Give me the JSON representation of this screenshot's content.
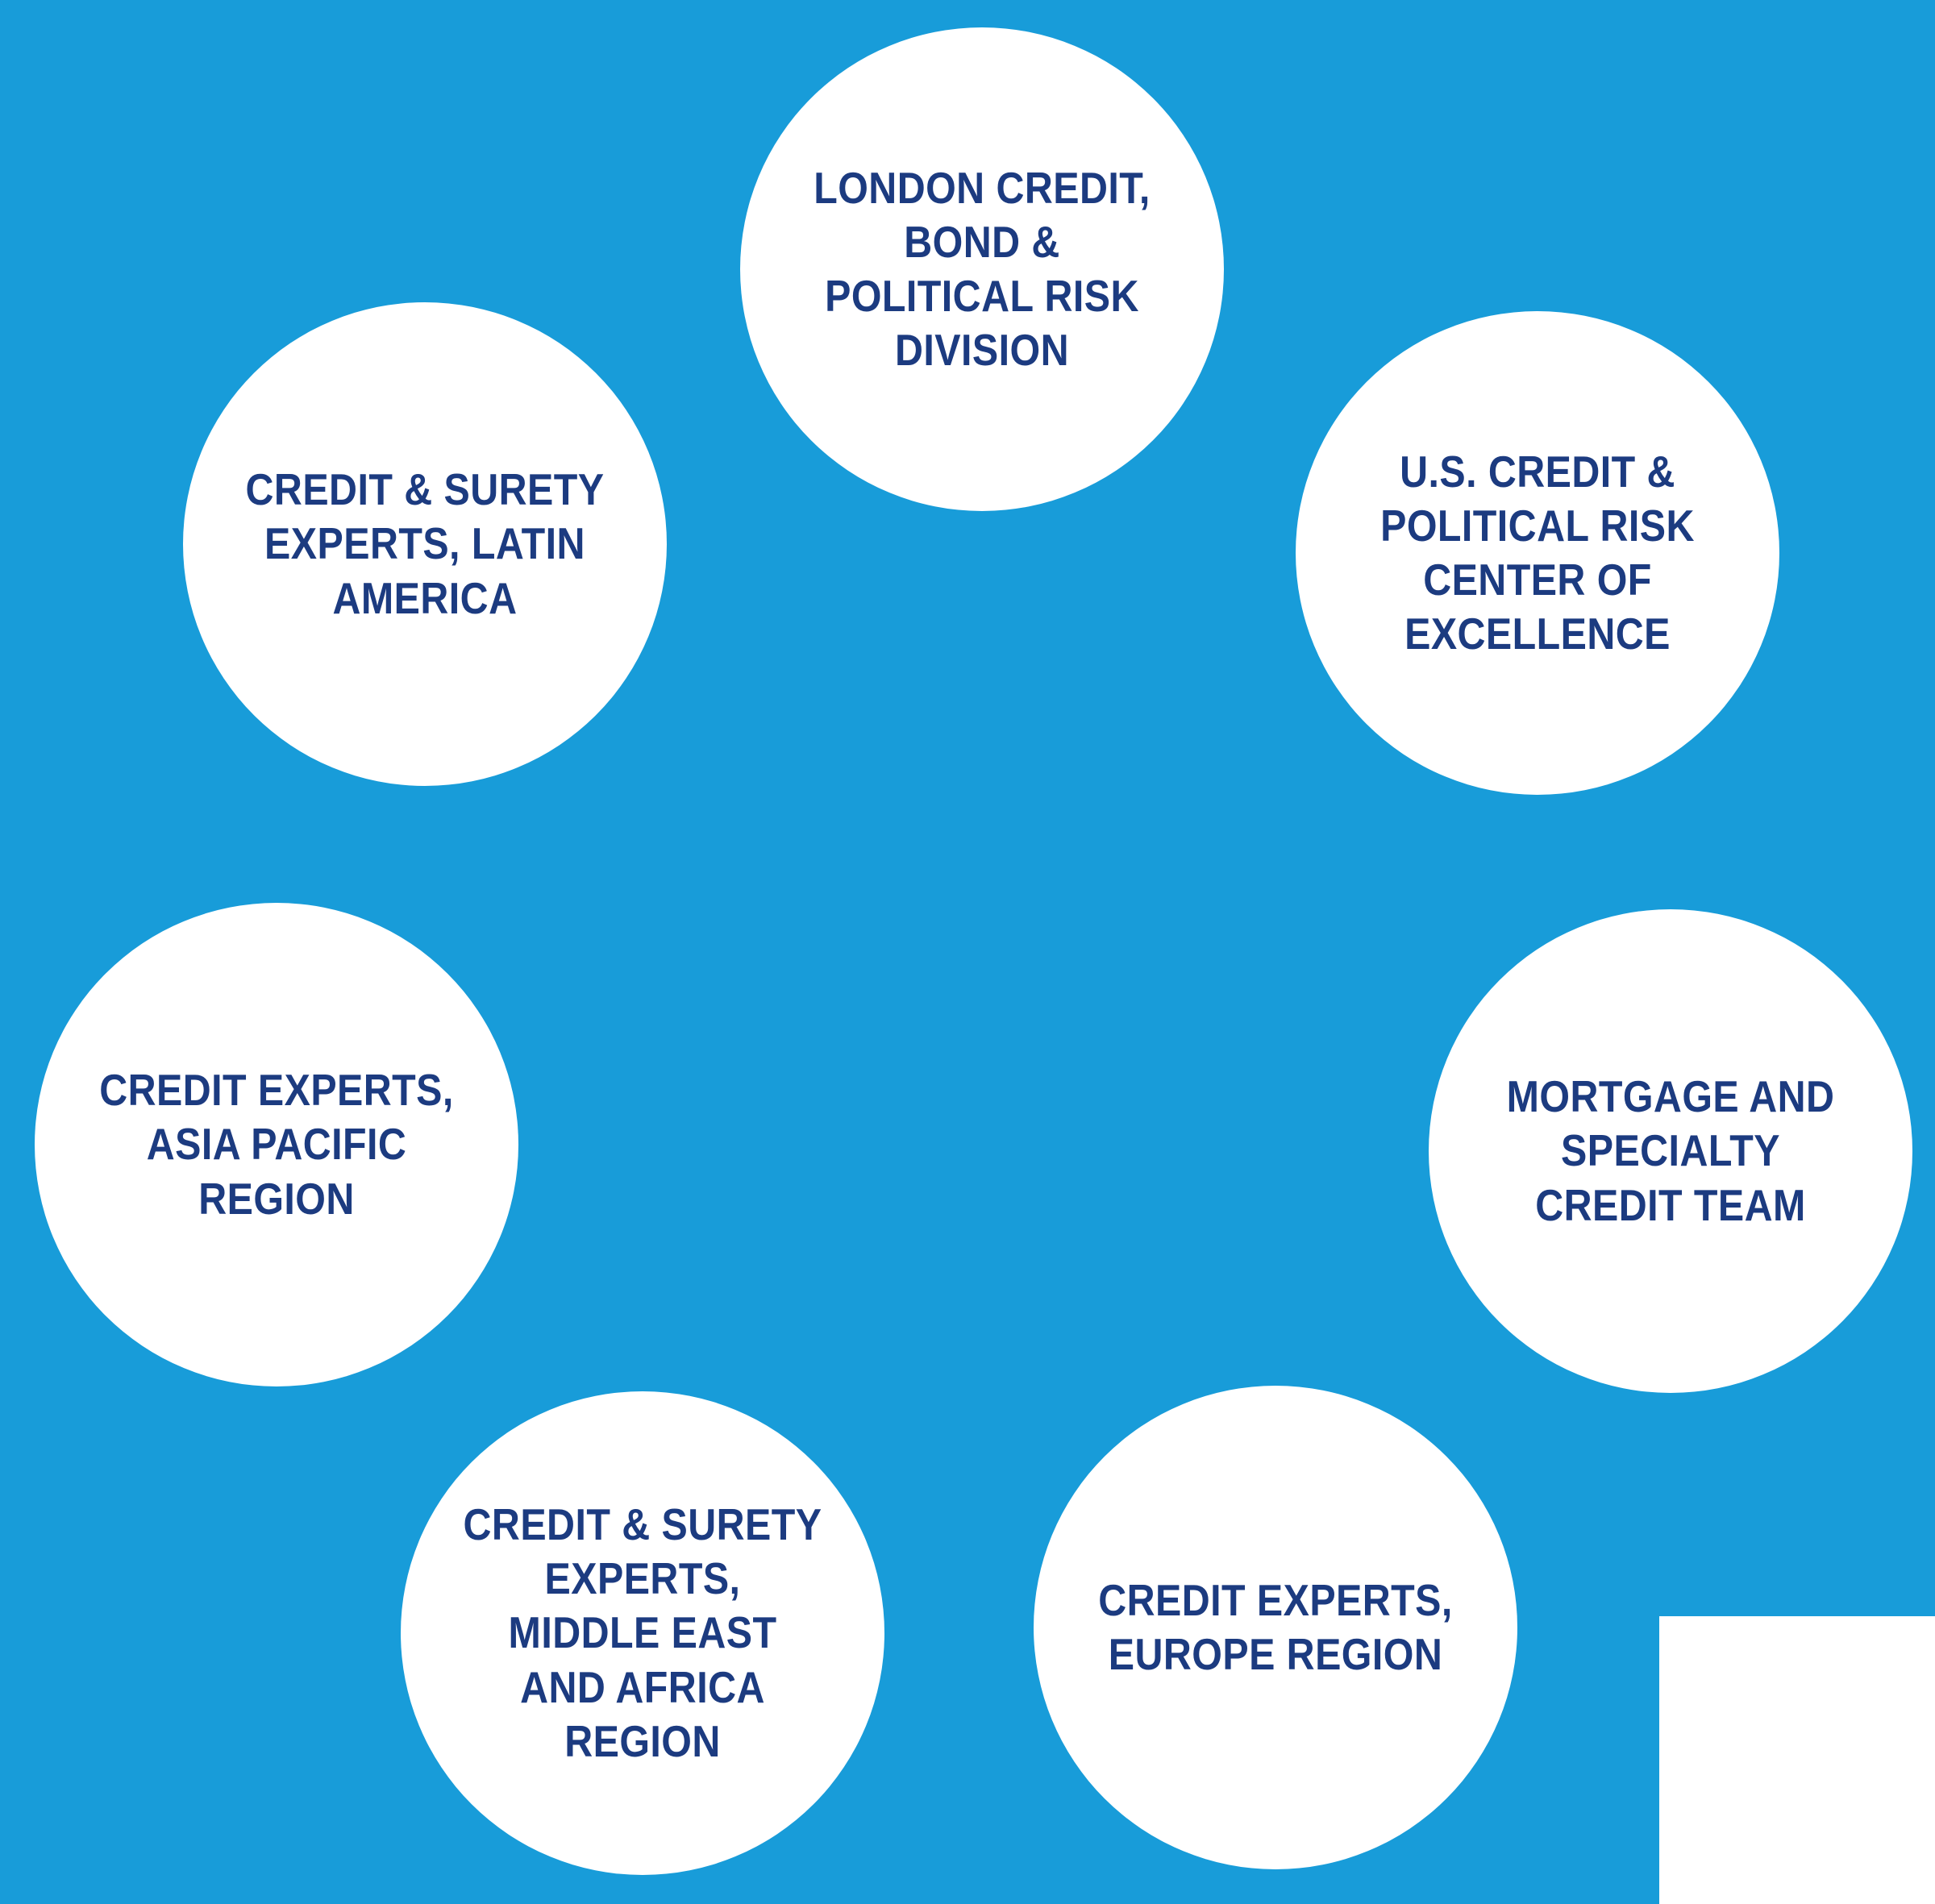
{
  "colors": {
    "background": "#189CD9",
    "circle_fill": "#FFFFFF",
    "text": "#1C3B80"
  },
  "diagram": {
    "type": "circle-ring-infographic",
    "circle_count": 7
  },
  "circles": [
    {
      "id": "london-division",
      "label": "LONDON CREDIT,\nBOND &\nPOLITICAL RISK\nDIVISION"
    },
    {
      "id": "latin-america",
      "label": "CREDIT & SURETY\nEXPERTS, LATIN\nAMERICA"
    },
    {
      "id": "us-coe",
      "label": "U.S. CREDIT &\nPOLITICAL RISK\nCENTER OF\nEXCELLENCE"
    },
    {
      "id": "asia-pacific",
      "label": "CREDIT EXPERTS,\nASIA PACIFIC\nREGION"
    },
    {
      "id": "mortgage-specialty",
      "label": "MORTGAGE AND\nSPECIALTY\nCREDIT TEAM"
    },
    {
      "id": "middle-east-africa",
      "label": "CREDIT & SURETY\nEXPERTS,\nMIDDLE EAST\nAND AFRICA\nREGION"
    },
    {
      "id": "europe",
      "label": "CREDIT EXPERTS,\nEUROPE REGION"
    }
  ]
}
